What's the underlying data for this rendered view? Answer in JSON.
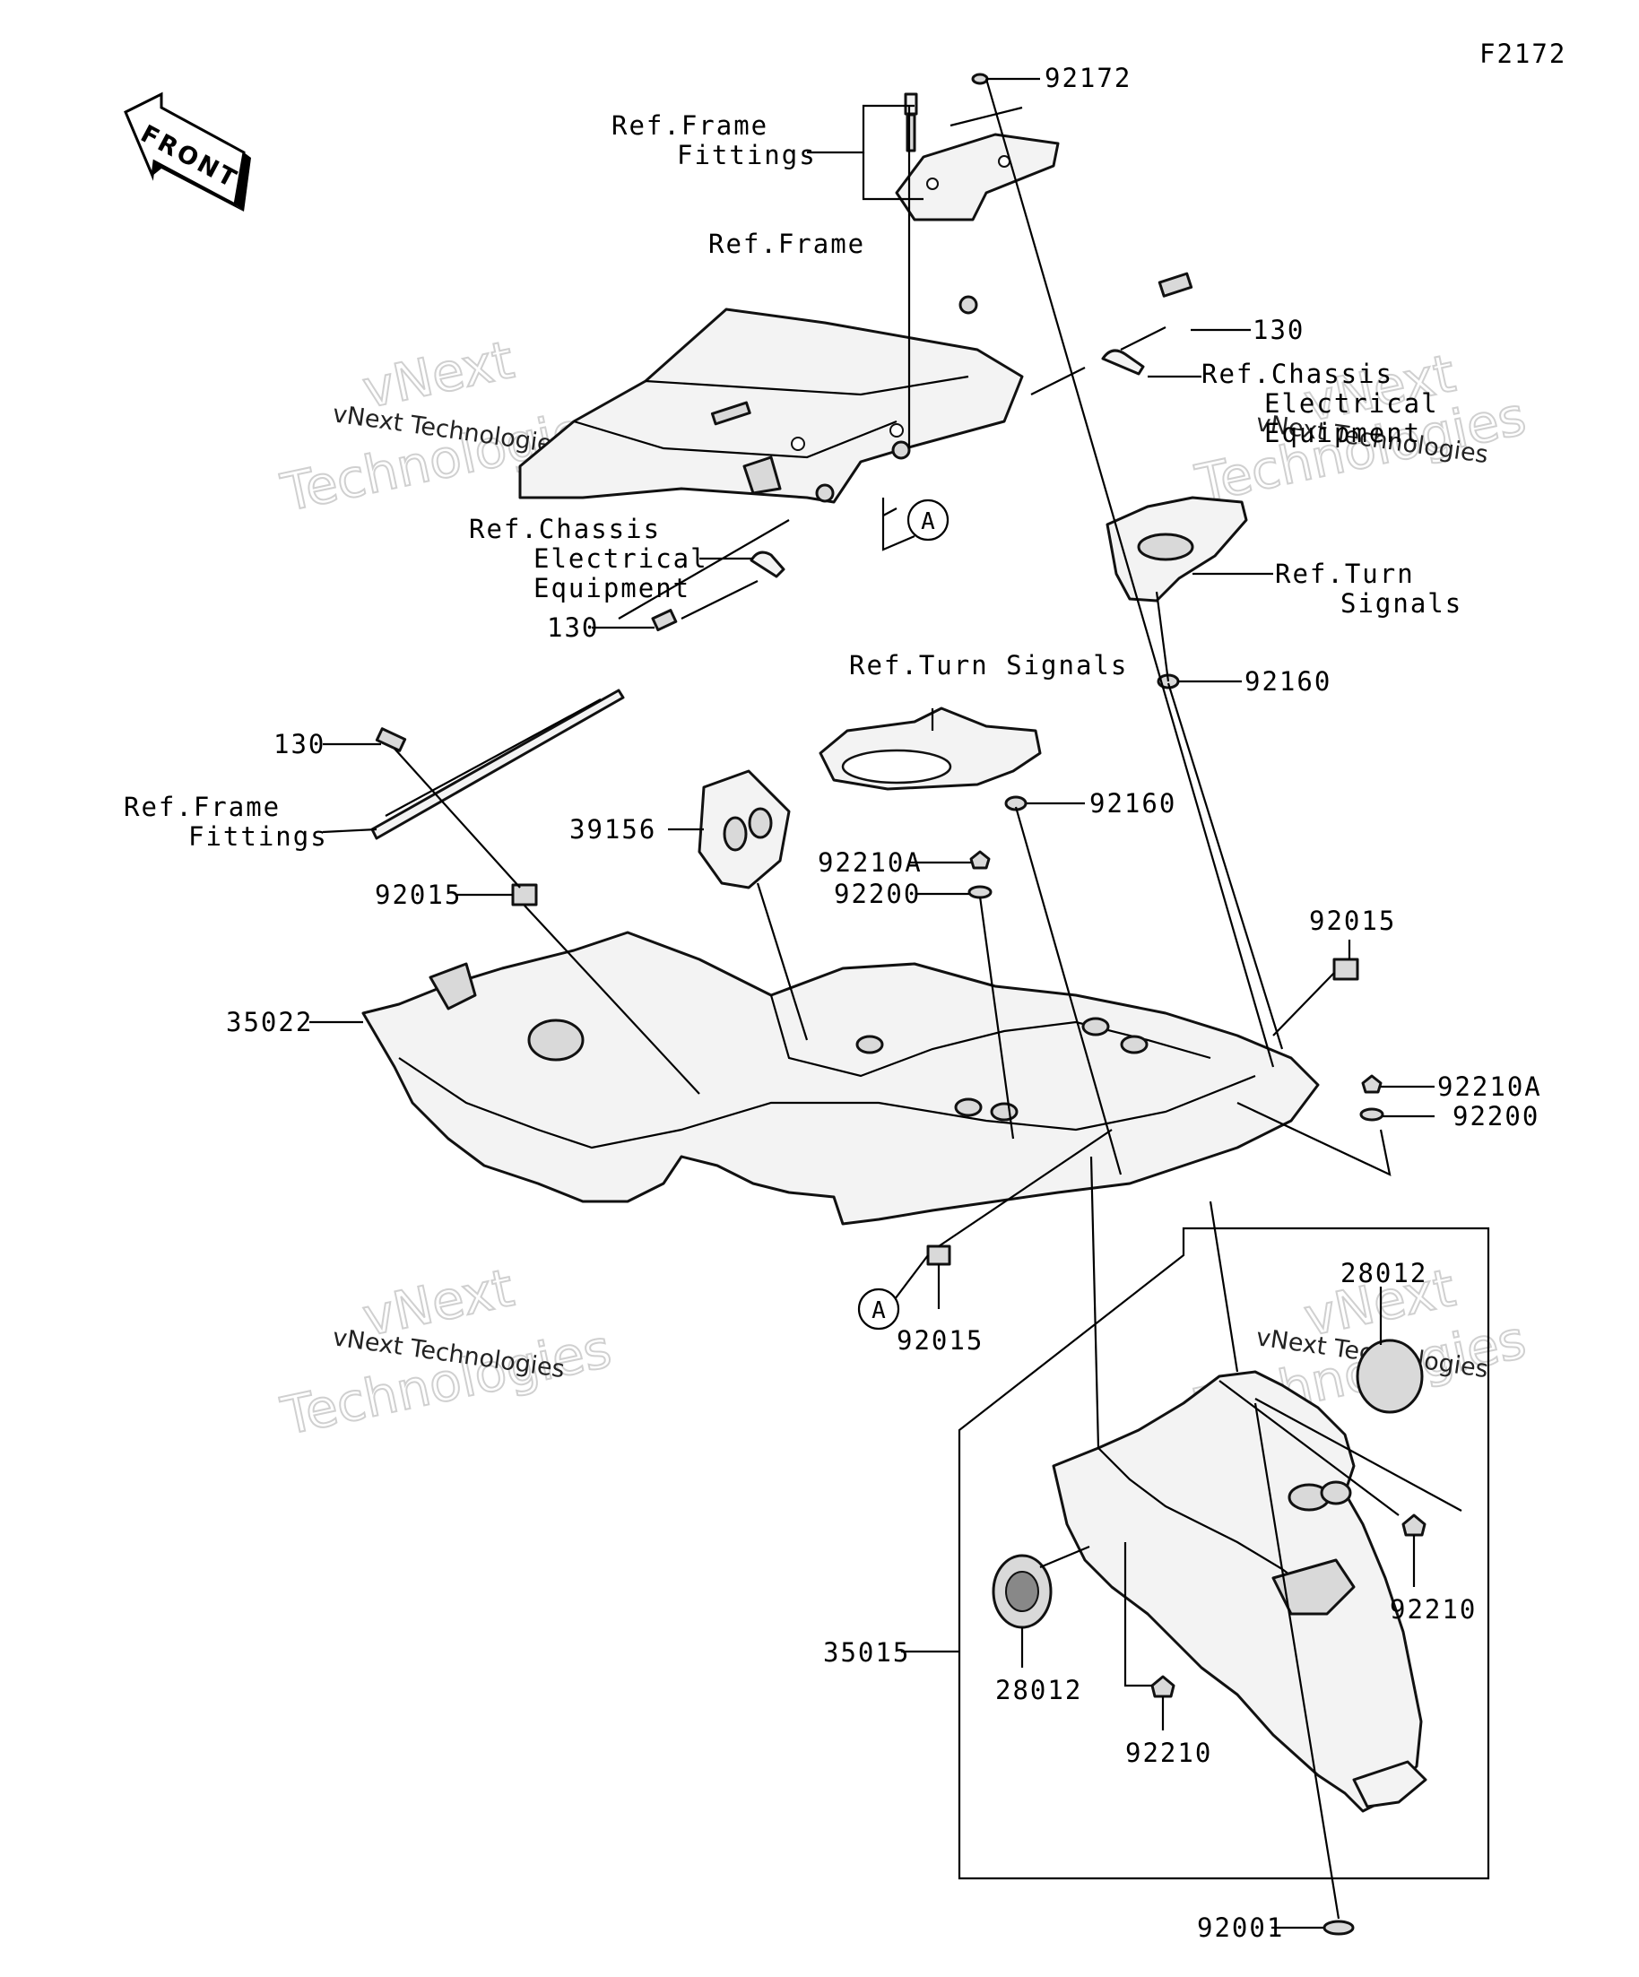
{
  "diagram": {
    "figure_code": "F2172",
    "direction_label": "FRONT",
    "labels": {
      "p92172": "92172",
      "ref_frame_fittings_top_1": "Ref.Frame",
      "ref_frame_fittings_top_2": "Fittings",
      "ref_frame": "Ref.Frame",
      "p130_top": "130",
      "ref_chassis_right_1": "Ref.Chassis",
      "ref_chassis_right_2": "Electrical",
      "ref_chassis_right_3": "Equipment",
      "ref_chassis_left_1": "Ref.Chassis",
      "ref_chassis_left_2": "Electrical",
      "ref_chassis_left_3": "Equipment",
      "p130_left": "130",
      "ref_turn_right_1": "Ref.Turn",
      "ref_turn_right_2": "Signals",
      "p92160_right": "92160",
      "ref_turn_center": "Ref.Turn Signals",
      "p130_mid": "130",
      "ref_frame_fittings_left_1": "Ref.Frame",
      "ref_frame_fittings_left_2": "Fittings",
      "p39156": "39156",
      "p92160_center": "92160",
      "p92210A_center": "92210A",
      "p92200_center": "92200",
      "p92015_left": "92015",
      "p35022": "35022",
      "p92015_right": "92015",
      "p92210A_right": "92210A",
      "p92200_right": "92200",
      "ref_A_top": "A",
      "ref_A_bottom": "A",
      "p92015_bottom": "92015",
      "p28012_top": "28012",
      "p35015": "35015",
      "p92210_right": "92210",
      "p28012_left": "28012",
      "p92210_bottom": "92210",
      "p92001": "92001"
    },
    "watermarks": {
      "brand": "vNext",
      "word": "Technologies",
      "line": "vNext Technologies"
    }
  }
}
